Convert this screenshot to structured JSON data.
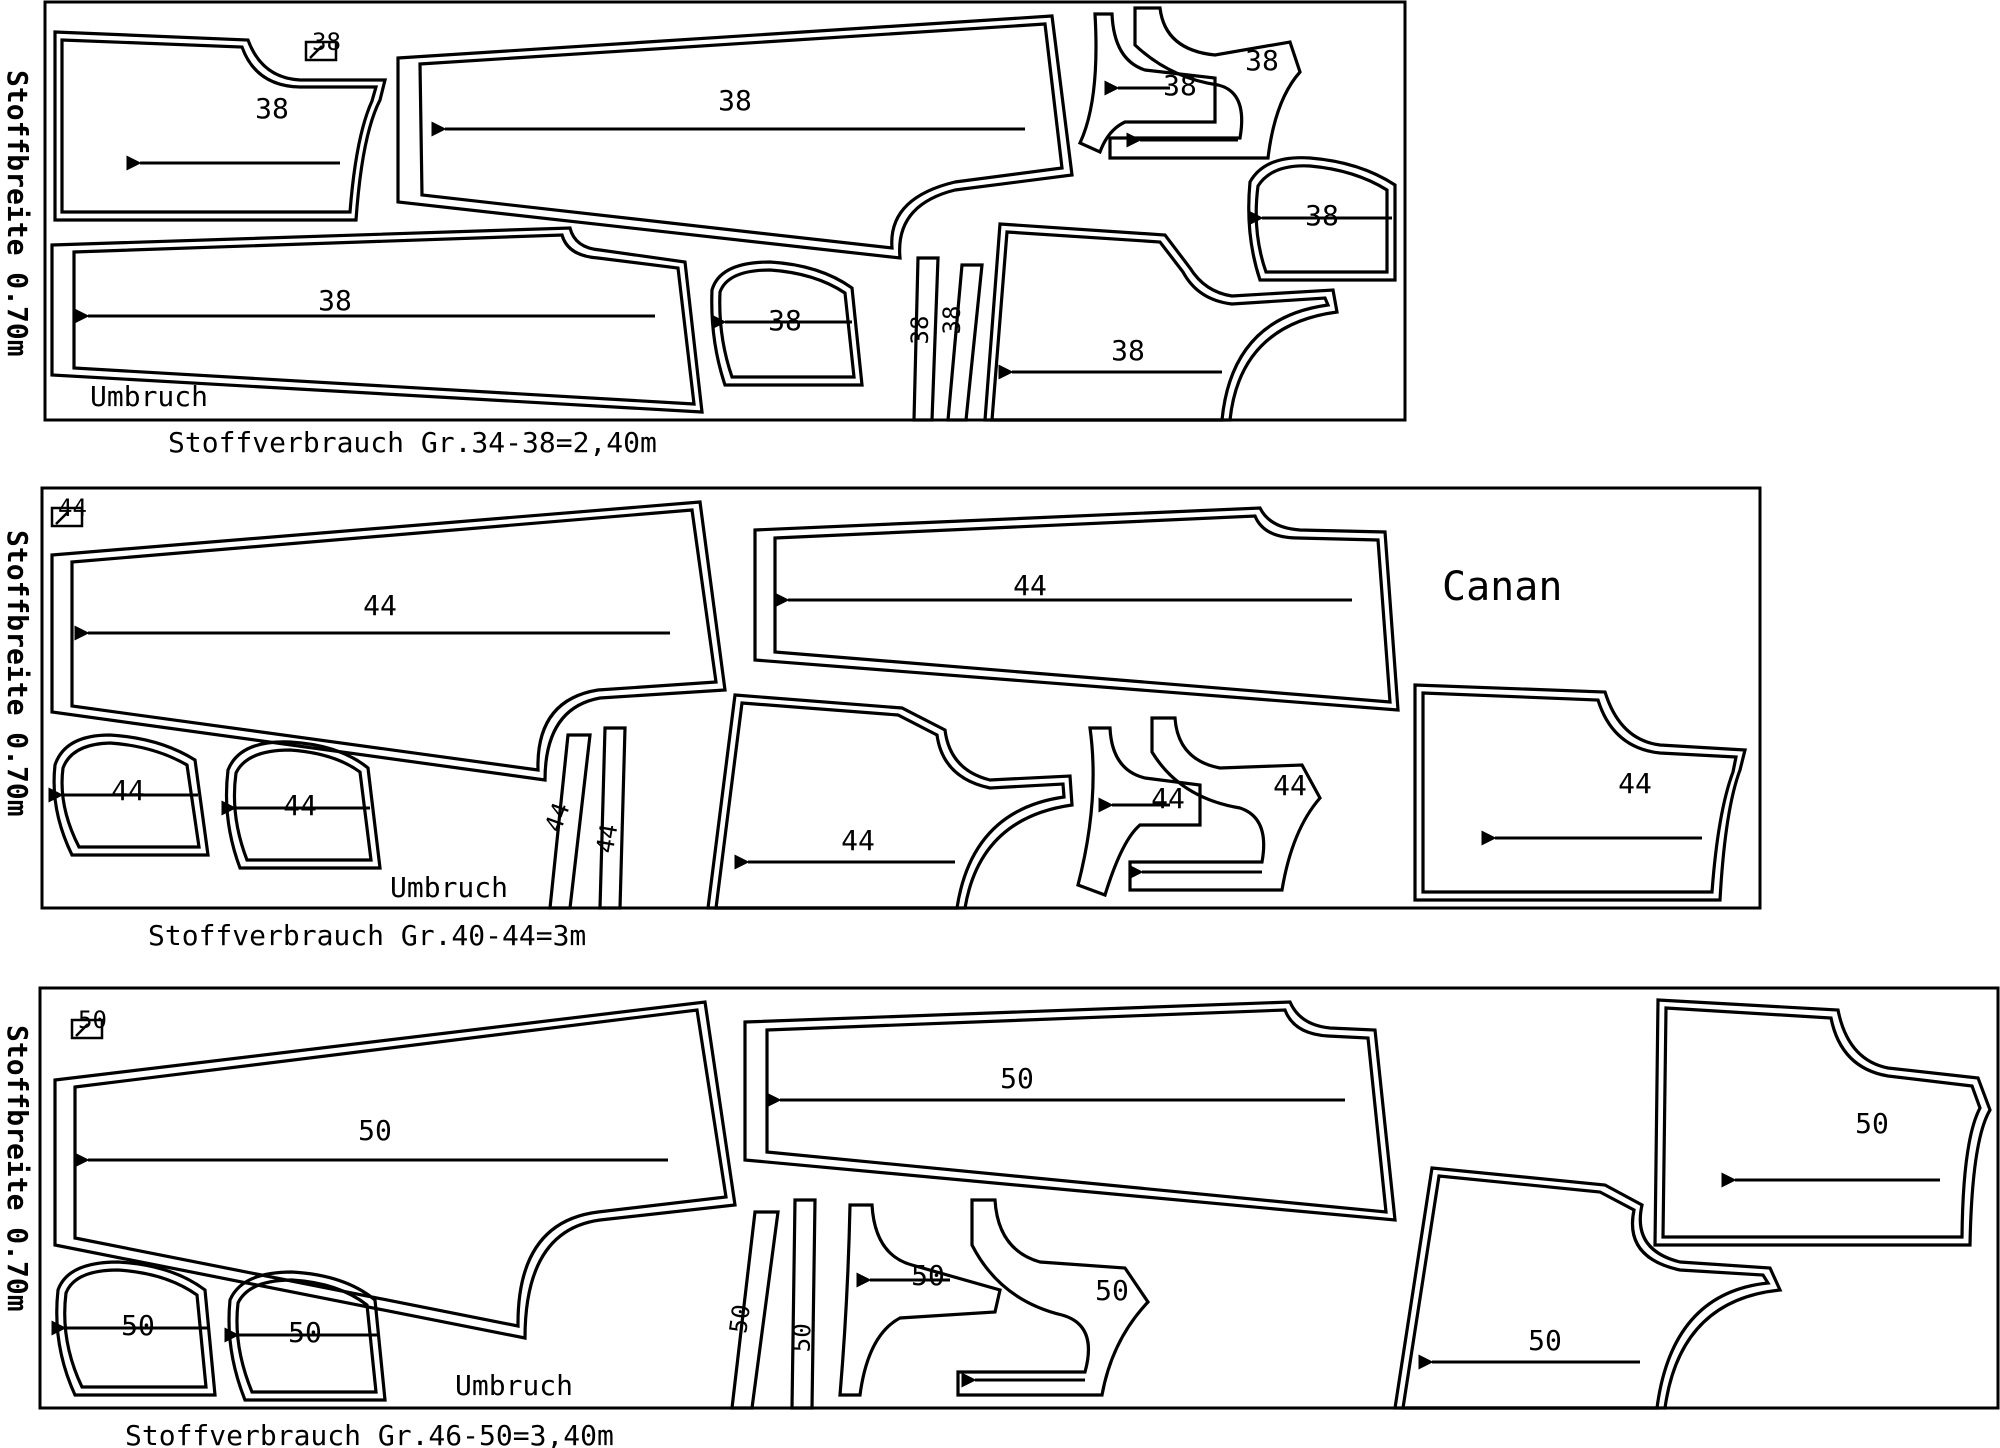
{
  "brand": "Canan",
  "fabric_width_label": "Stoffbreite 0.70m",
  "fold_label": "Umbruch",
  "layouts": [
    {
      "id": "s38",
      "size_mark": "38",
      "consumption": "Stoffverbrauch Gr.34-38=2,40m"
    },
    {
      "id": "s44",
      "size_mark": "44",
      "consumption": "Stoffverbrauch Gr.40-44=3m"
    },
    {
      "id": "s50",
      "size_mark": "50",
      "consumption": "Stoffverbrauch Gr.46-50=3,40m"
    }
  ]
}
